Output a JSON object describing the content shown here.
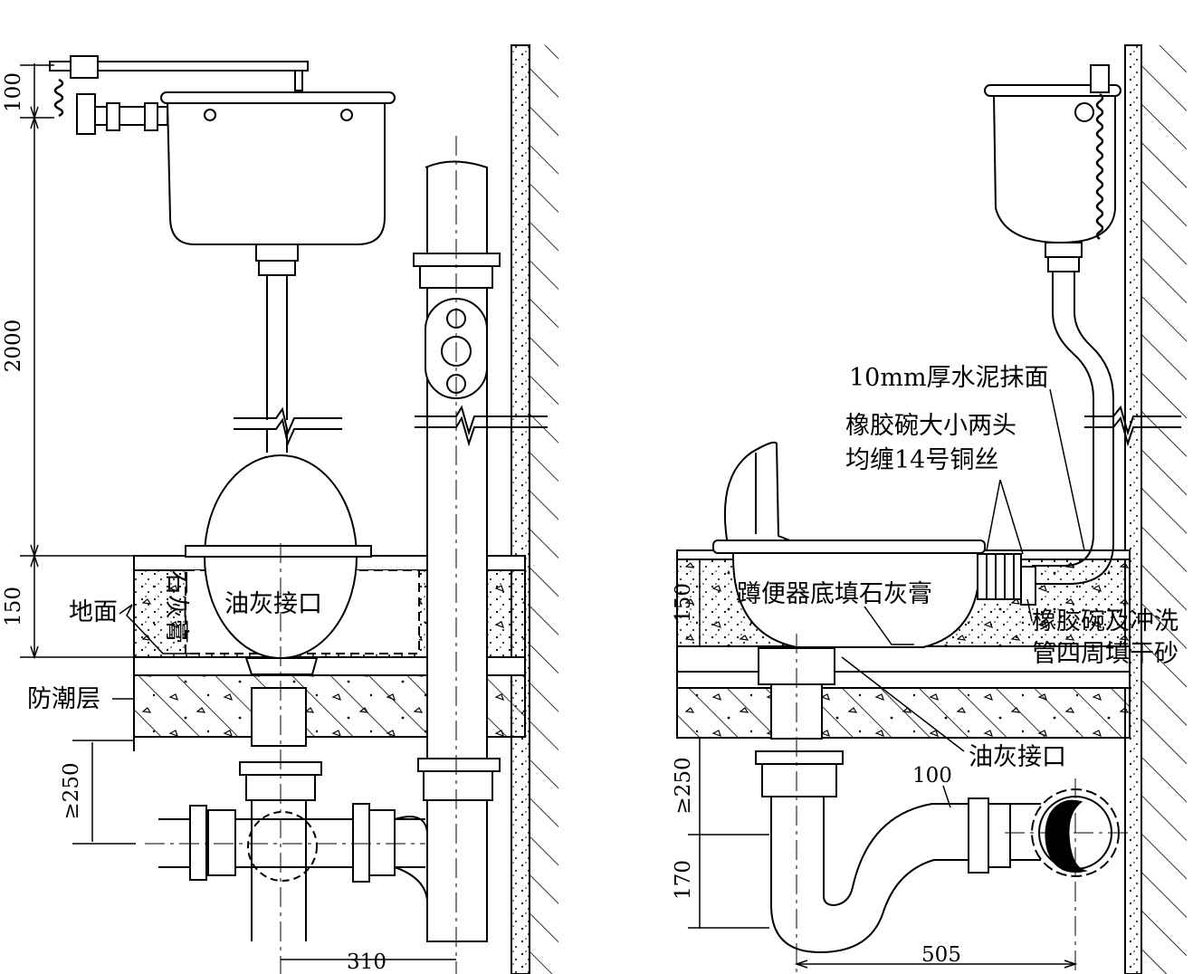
{
  "left_view": {
    "dimensions": {
      "d100": "100",
      "d2000": "2000",
      "d150": "150",
      "d250": "≥250",
      "d310": "310"
    },
    "labels": {
      "floor": "地面",
      "lime_paste": "石灰膏",
      "putty_joint": "油灰接口",
      "damp_proof": "防潮层"
    }
  },
  "right_view": {
    "dimensions": {
      "d150": "150",
      "d250": "≥250",
      "d170": "170",
      "d100": "100",
      "d505": "505"
    },
    "labels": {
      "cement_plaster": "10mm厚水泥抹面",
      "rubber_bowl_line1": "橡胶碗大小两头",
      "rubber_bowl_line2": "均缠14号铜丝",
      "pan_base_fill": "蹲便器底填石灰膏",
      "sand_fill_line1": "橡胶碗及冲洗",
      "sand_fill_line2": "管四周填干砂",
      "putty_joint": "油灰接口"
    }
  }
}
